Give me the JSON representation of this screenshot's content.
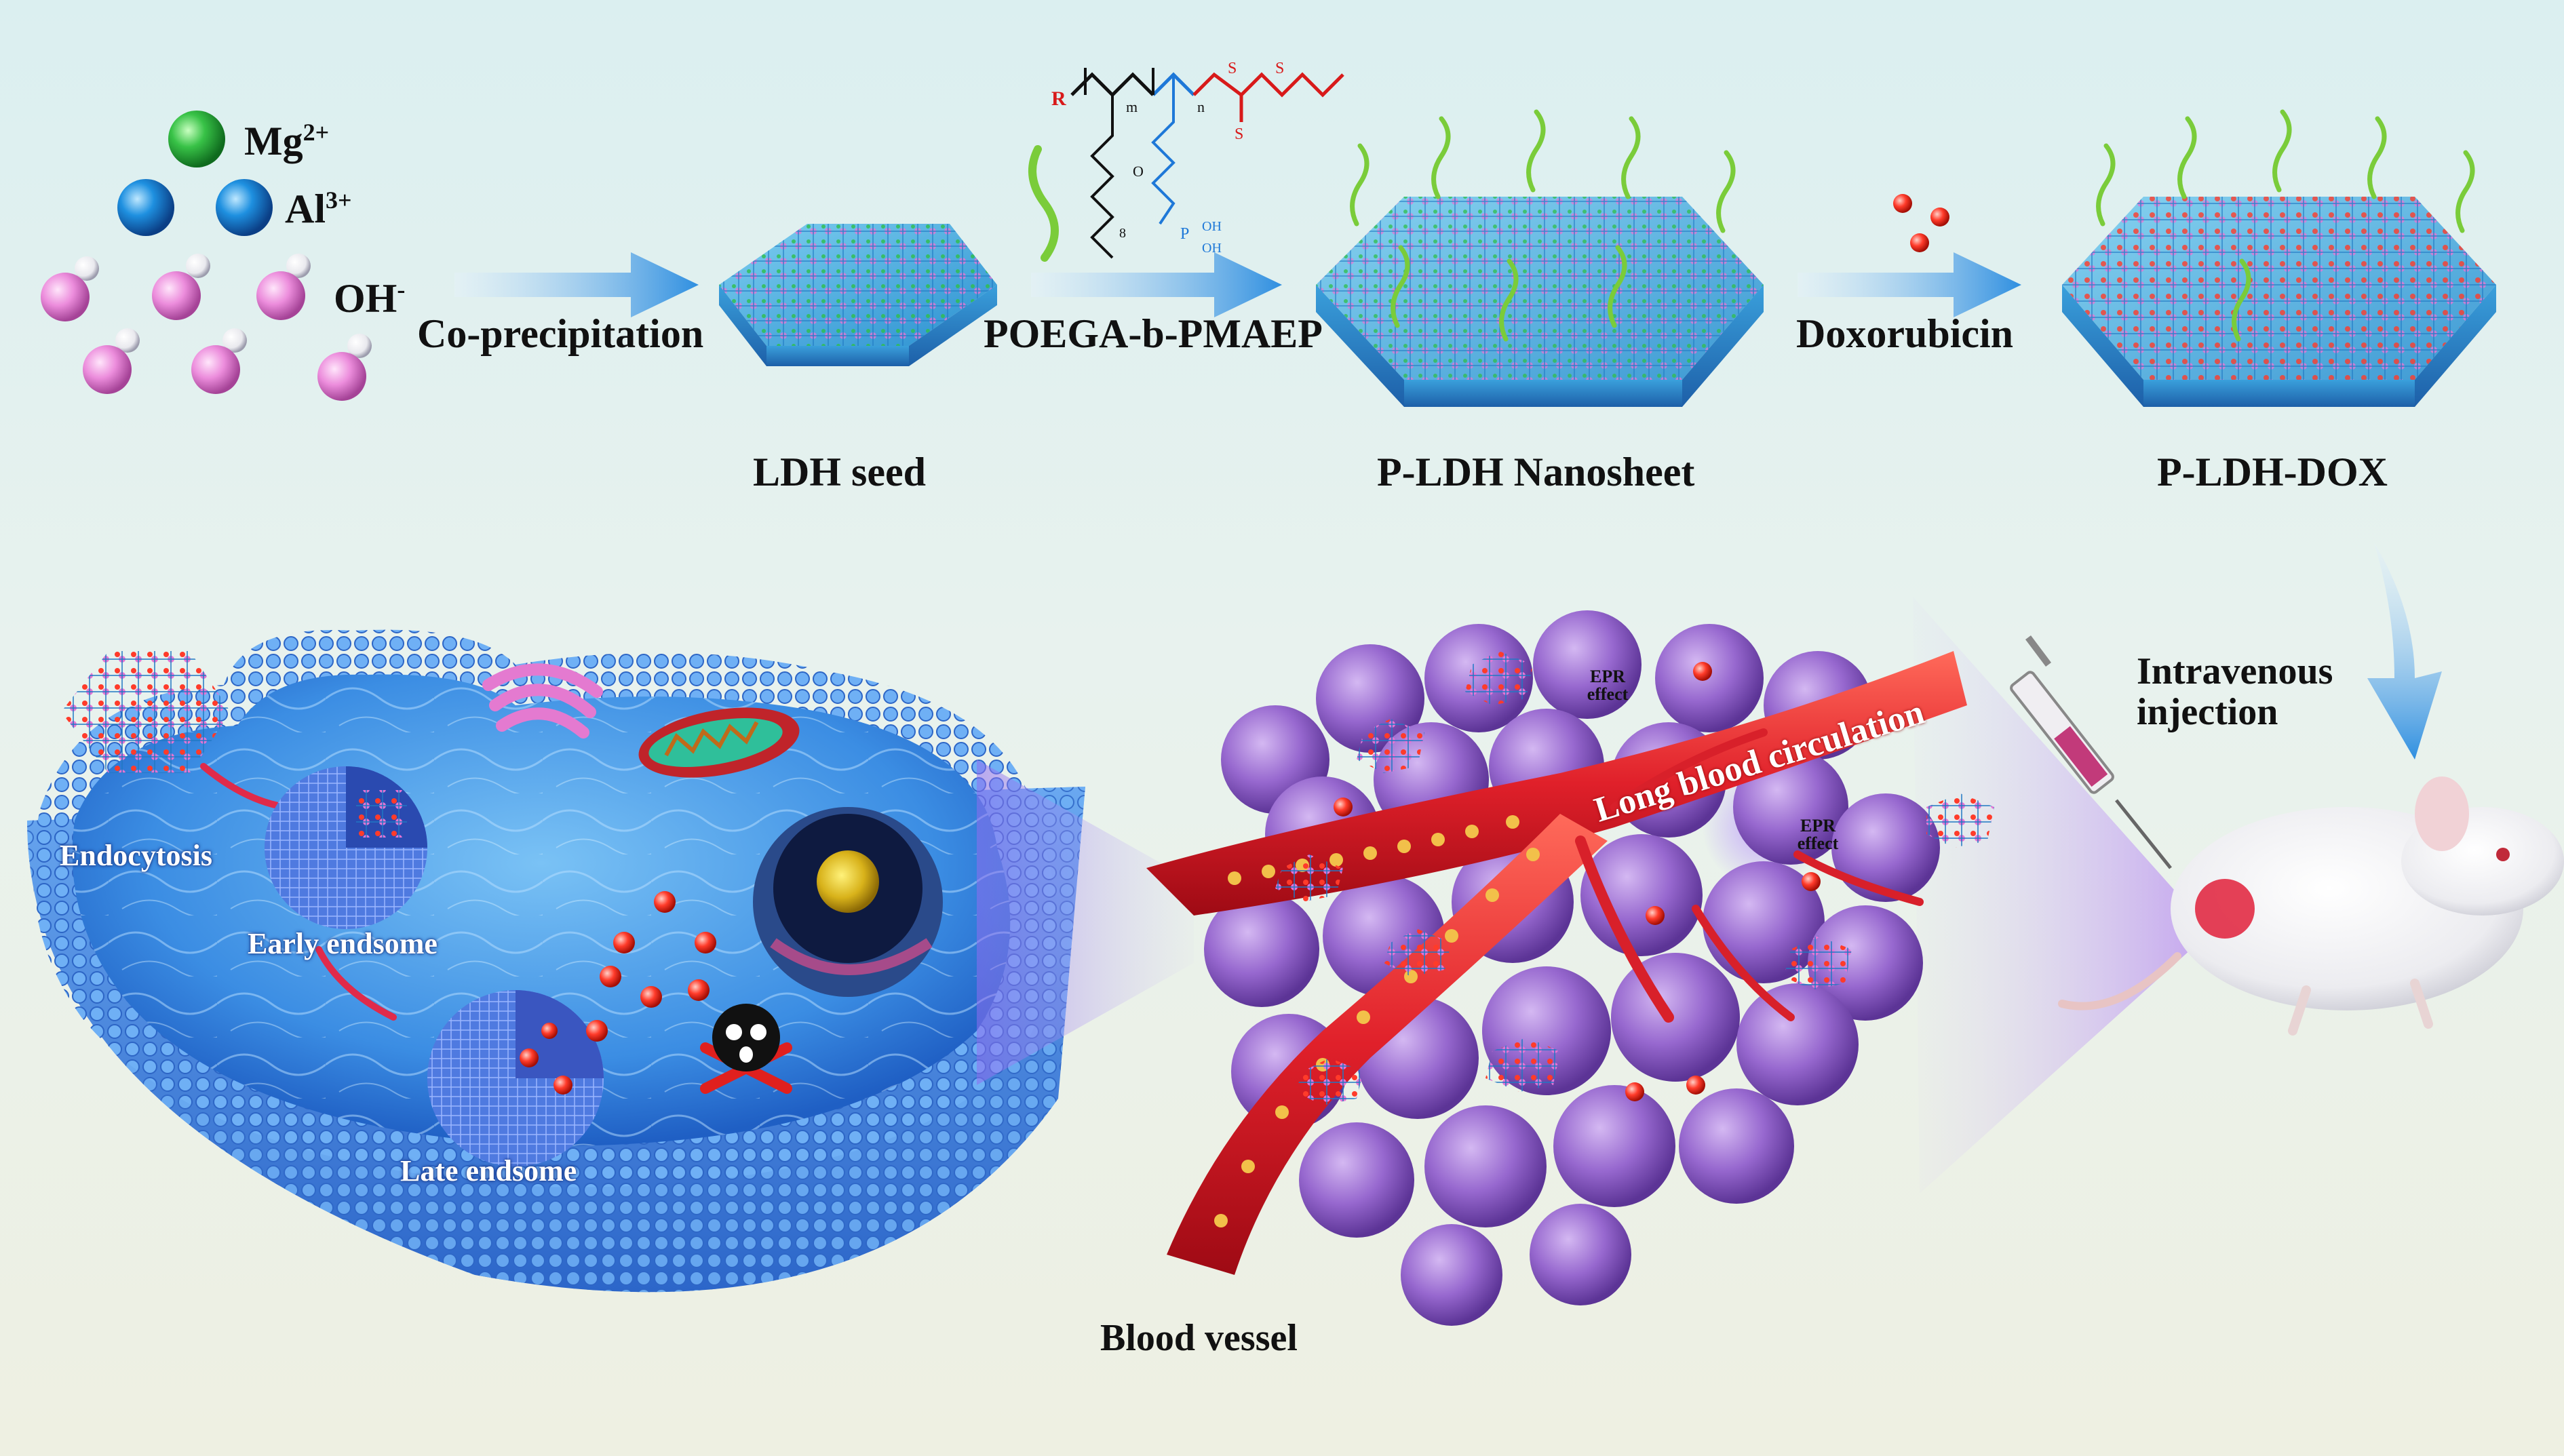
{
  "ions": {
    "mg": "Mg",
    "mg_charge": "2+",
    "al": "Al",
    "al_charge": "3+",
    "oh": "OH",
    "oh_charge": "-"
  },
  "steps": {
    "coprecipitation": "Co-precipitation",
    "polymer": "POEGA-b-PMAEP",
    "doxorubicin": "Doxorubicin"
  },
  "products": {
    "ldh_seed": "LDH seed",
    "p_ldh": "P-LDH Nanosheet",
    "p_ldh_dox": "P-LDH-DOX"
  },
  "chem": {
    "r": "R",
    "m": "m",
    "n": "n",
    "s1": "S",
    "s2": "S",
    "s3": "S",
    "p": "P",
    "oh1": "OH",
    "oh2": "OH",
    "o": "O",
    "eight": "8"
  },
  "injection": {
    "line1": "Intravenous",
    "line2": "injection"
  },
  "tumor": {
    "circulation": "Long blood circulation",
    "epr1_line1": "EPR",
    "epr1_line2": "effect",
    "epr2_line1": "EPR",
    "epr2_line2": "effect",
    "blood_vessel": "Blood vessel"
  },
  "cell": {
    "endocytosis": "Endocytosis",
    "early": "Early endsome",
    "late": "Late endsome"
  },
  "colors": {
    "mg_sphere": "#2fbf4a",
    "al_sphere": "#1e8fe0",
    "oh_sphere": "#e98ad9",
    "arrow": "#3a9be0",
    "vessel": "#d8202a",
    "tumor": "#9a6ed0",
    "membrane": "#4a8fe8",
    "dox": "#ff3a2a",
    "polymer_chain": "#7acc3a"
  }
}
